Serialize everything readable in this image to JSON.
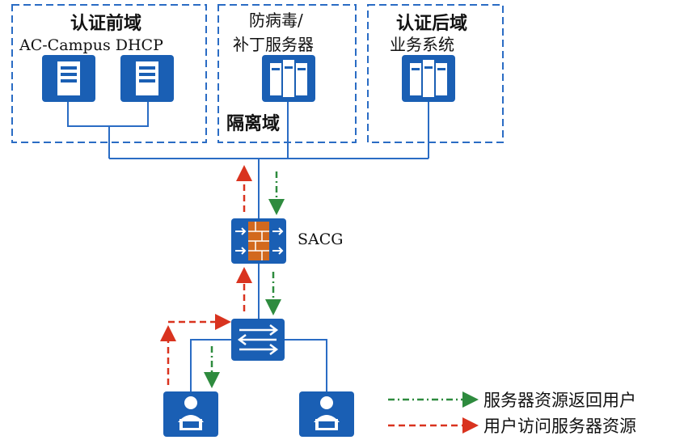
{
  "zones": {
    "pre_auth": {
      "title": "认证前域",
      "subtitle": "AC-Campus  DHCP"
    },
    "isolation": {
      "title_line1": "防病毒/",
      "title_line2": "补丁服务器",
      "label": "隔离域"
    },
    "post_auth": {
      "title": "认证后域",
      "subtitle": "业务系统"
    }
  },
  "devices": {
    "firewall": {
      "label": "SACG",
      "icon": "firewall-icon"
    },
    "switch": {
      "icon": "switch-icon"
    },
    "servers": [
      "server-icon",
      "server-icon",
      "server-icon",
      "server-icon"
    ],
    "users": [
      "user-pc-icon",
      "user-pc-icon"
    ]
  },
  "legend": {
    "return_label": "服务器资源返回用户",
    "access_label": "用户访问服务器资源"
  },
  "colors": {
    "zone_border": "#2a6cc4",
    "link": "#2a6cc4",
    "device": "#1a5fb4",
    "return_arrow": "#2e8b3e",
    "access_arrow": "#d9331f",
    "firewall_brick": "#d2691e"
  }
}
